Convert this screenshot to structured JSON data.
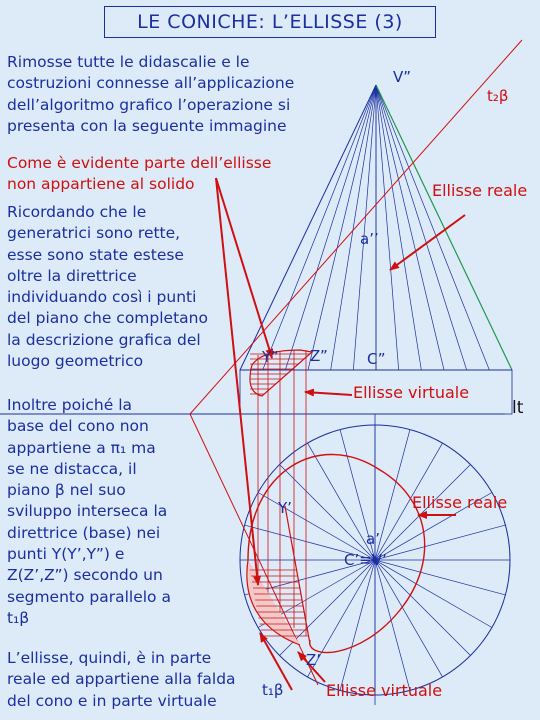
{
  "title": "LE CONICHE: L’ELLISSE (3)",
  "paragraphs": {
    "intro": "Rimosse tutte le didascalie e le\ncostruzioni connesse all’applicazione\ndell’algoritmo grafico l’operazione si\npresenta con la seguente immagine",
    "evident": "Come è evidente parte dell’ellisse\nnon appartiene al solido",
    "recall": "Ricordando che le\ngeneratrici sono rette,\nesse sono state estese\noltre la direttrice\nindividuando così i punti\ndel piano che completano\nla descrizione grafica del\nluogo geometrico",
    "base": "Inoltre poiché la\nbase del cono non\nappartiene a π₁ ma\nse ne distacca, il\npiano β nel suo\nsviluppo interseca la\ndirettrice (base) nei\npunti Y(Y’,Y”) e\nZ(Z’,Z”) secondo un\nsegmento parallelo a\nt₁β",
    "conclusion": "L’ellisse, quindi, è in parte\nreale ed appartiene alla falda\ndel cono e in parte virtuale"
  },
  "labels": {
    "vertex": "V”",
    "t2b": "t₂β",
    "real_top": "Ellisse reale",
    "a2": "a’’",
    "y2": "Y”",
    "z2": "Z”",
    "c2": "C”",
    "virtual_top": "Ellisse virtuale",
    "lt": "lt",
    "real_bottom": "Ellisse reale",
    "y1": "Y’",
    "a1": "a’",
    "c1": "C’≡V’",
    "z1": "Z’",
    "t1b": "t₁β",
    "virtual_bottom": "Ellisse virtuale"
  },
  "colors": {
    "construction_blue": "#1b2fa0",
    "ellipse_red": "#d01010",
    "generatrix_green": "#1f9a4a",
    "background": "#ddeaf7"
  }
}
